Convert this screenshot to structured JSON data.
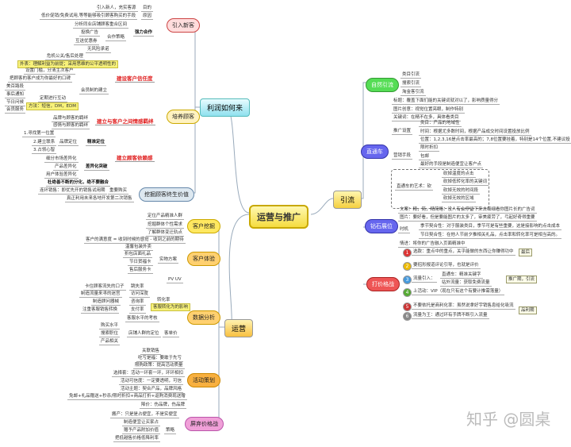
{
  "center": "运营与推广",
  "watermark": "知乎 @圆桌",
  "profit": {
    "title": "利润如何来",
    "subs": [
      "引入新客",
      "培养顾客",
      "挖掘顾客终生价值"
    ],
    "items": [
      "引入新人，充实客源",
      "目的",
      "低价促销/免费试用,等等能够吸引顾客购买的手段",
      "原因",
      "分析同业店铺顾客重合区间",
      "强力合作",
      "投换广告",
      "合作策略",
      "互送优惠券",
      "无风险承诺",
      "危机公关/售后处理",
      "外表：理解利益为前提；采用思维的公平透明性的",
      "设置门槛，分清主次客户",
      "把顾客的客户成为你最好的口碑",
      "建设客户信任度",
      "美百路段",
      "事后通知",
      "节日问候",
      "会员服务",
      "会员制的建立",
      "定期进行互动",
      "方法：短信，DM，EDM",
      "品牌与顾客的羁绊",
      "感情与顾客的羁绊",
      "建立与客户之间情感羁绊",
      "1.寻找第一位置",
      "2.建立联系",
      "3.占领心智",
      "品牌定位",
      "精准定位",
      "建立顾客依赖感",
      "细分市场差异化",
      "产品差异化",
      "用户体验差异化",
      "差异化突破",
      "杜绝善不断的分化，绝不要融合",
      "连环销售：即优先开的销售试用期",
      "重要购买",
      "真正利用未来各地开发第二次销售"
    ]
  },
  "traffic": {
    "title": "引流",
    "subs": [
      "自然引流",
      "直通车",
      "钻石展位",
      "打价格战"
    ],
    "items": [
      "类目引流",
      "搜索引流",
      "淘金客引流",
      "标题：覆盖下面们能的关键词就对以了，影响质量得分",
      "图片创意：视觉位置亮眼，制作特别",
      "关键词：在精不在多，具体看类目",
      "推广设置",
      "类目：产品的地域性",
      "时间：根据尤多数时间，根据产品成交时间设置投放比例",
      "位置：1,2,3,16是点击率最高的；7,8位置要挂着，特别是14个位置,不建议投",
      "营销手段",
      "限时折扣",
      "包邮",
      "最好的手段是制造便宜让客户点",
      "直通车的艺术：砍",
      "砍掉温度的点击",
      "砍掉低转化率的关键词",
      "砍掉无效的时间段",
      "砍掉无效的区域",
      "文案：精，简，精简略：没人有会停留下来去细细看你图片长的广告词",
      "图片：要好看，但是要能图片的太多了，审美疲劳了，弓起好奇得重要",
      "时机",
      "季节契合性：对于服装类目，季节可是有些重要，这是接影响的点击成本",
      "节日契合性：在他人节前夕推相关礼品，点击率和转化率可是相当高的。",
      "情进：将你的广告融入页面精准中",
      "选款：重点中的重点，关乎能做的东西让你赚得功中",
      "最后",
      "要招形报道评论引导，也就是评价",
      "流量引入：",
      "直通车：精准关键字",
      "站外流量：获取免费流量",
      "上活动：VIP（现在只有这个有要计推需落量）",
      "不要依托是商利化率：虽然说拿好宇销售息给化吸流",
      "流量为王：通过环有手牌不断引入流量",
      "推广期，引流",
      "品利期"
    ],
    "markers": [
      "1",
      "2",
      "3",
      "4",
      "5",
      "6"
    ]
  },
  "ops": {
    "title": "运营",
    "subs": [
      "客户挖掘",
      "客户体验",
      "数据分析",
      "活动策划",
      "屏弃价格战"
    ],
    "items": [
      "定位产品精准人群",
      "挖掘群体个性需求",
      "了解群体变迁轨点",
      "客户的满意度 = 收到时候的感觉 - 收到之前的期待",
      "温馨包装外卖",
      "折包店面礼品",
      "节日贺福卡",
      "售后服务卡",
      "实物方案",
      "PV UV",
      "卡住顾客流失的口子",
      "跳失率",
      "制造流量来寻的迷宫",
      "访问深度",
      "制造顾问器械",
      "咨询率",
      "注重客服销售转换",
      "支付率",
      "转化率",
      "客服转化为的影响",
      "客服水平的考核",
      "购买水平",
      "搜索职位",
      "店铺人群的定位",
      "产品相关",
      "客单价",
      "关联销售",
      "吃亏是福：要敢于先亏",
      "限购政策：提高活动质量",
      "选择套：活动一环套一环，环环相扣",
      "活动可信度：一定要透明，可信",
      "活动主题：契合产品，品牌风格",
      "免邮+礼品赠送+秒杀/限时折扣+商品打折+返购消费现送赠",
      "降价：伤品牌，伤品牌",
      "搬产：只是是占便宜，不是实便宜",
      "制造便宜让买家占",
      "赠予产品附加价值",
      "策略",
      "把低越售价格低降利率"
    ]
  }
}
